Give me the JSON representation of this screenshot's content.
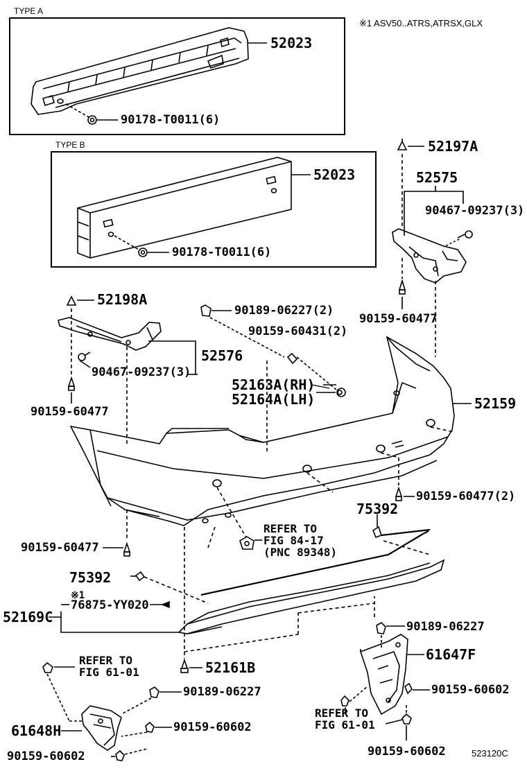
{
  "header": {
    "type_a": "TYPE A",
    "type_b": "TYPE B",
    "note": "※1 ASV50..ATRS,ATRSX,GLX"
  },
  "labels": {
    "reinf_a": "52023",
    "nut_a": "90178-T0011(6)",
    "reinf_b": "52023",
    "nut_b": "90178-T0011(6)",
    "clip_top_right": "52197A",
    "retainer_rh": "52575",
    "screw_rh": "90467-09237(3)",
    "clip_rh_lower": "90159-60477",
    "clip_top_left": "52198A",
    "retainer_lh": "52576",
    "screw_lh": "90467-09237(3)",
    "clip_lh_lower": "90159-60477",
    "screw_center": "90189-06227(2)",
    "clip_center": "90159-60431(2)",
    "pad_rh": "52163A(RH)",
    "pad_lh": "52164A(LH)",
    "bumper_cover": "52159",
    "clip_bottom_right": "90159-60477(2)",
    "strip_right": "75392",
    "clip_bottom_left": "90159-60477",
    "refer_84": "REFER TO\nFIG 84-17\n(PNC 89348)",
    "strip_left": "75392",
    "note_mark": "※1",
    "emblem": "76875-YY020",
    "lower_cover": "52169C",
    "screw_lower_right": "90189-06227",
    "spat_rh": "61647F",
    "clip_spat_rh": "90159-60602",
    "refer_61_left": "REFER TO\nFIG 61-01",
    "clip_lower_center": "52161B",
    "screw_lower_left": "90189-06227",
    "spat_lh": "61648H",
    "clip_spat_lh_upper": "90159-60602",
    "clip_spat_lh_lower": "90159-60602",
    "refer_61_right": "REFER TO\nFIG 61-01",
    "clip_spat_rh_lower": "90159-60602",
    "illustration_code": "523120C"
  }
}
